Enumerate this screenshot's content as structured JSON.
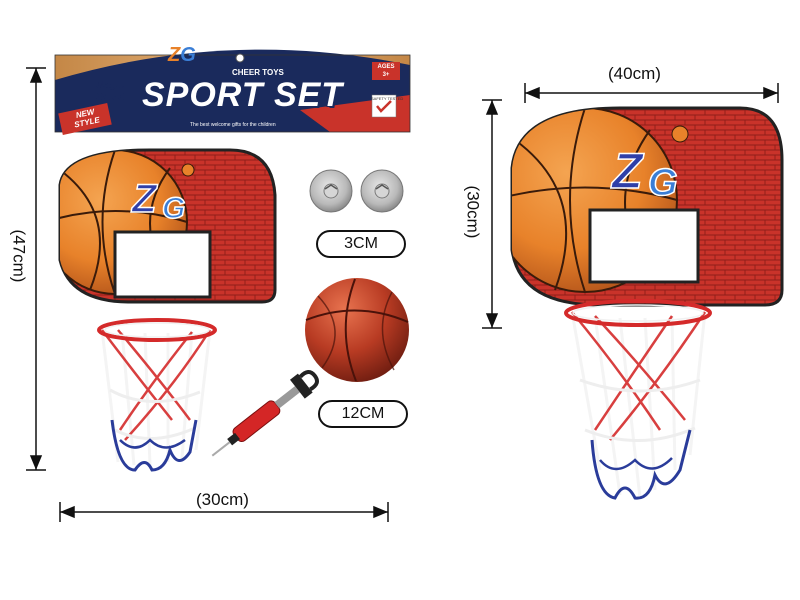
{
  "packaging": {
    "brand_letters": [
      "Z",
      "G"
    ],
    "title": "SPORT SET",
    "subtitle_line1": "Magic",
    "subtitle_line2": "Shoot",
    "brand_name": "CHEER TOYS",
    "badge_line1": "NEW",
    "badge_line2": "STYLE",
    "age_line1": "AGES",
    "age_line2": "3+",
    "safety_label": "SAFETY TESTED",
    "tagline": "The best welcome gifts for the children"
  },
  "dimensions": {
    "left_height": "(47cm)",
    "left_width": "(30cm)",
    "right_width": "(40cm)",
    "right_height": "(30cm)"
  },
  "accessories": {
    "suction_size": "3CM",
    "ball_size": "12CM"
  },
  "colors": {
    "board_red": "#c9332a",
    "brick_line": "#8e1f19",
    "ball_orange": "#e8822a",
    "ball_dark": "#b2531a",
    "rim_red": "#d42a2a",
    "net_blue": "#2a3c9a",
    "header_navy": "#1a2a5c",
    "header_wood": "#d9a25a"
  }
}
